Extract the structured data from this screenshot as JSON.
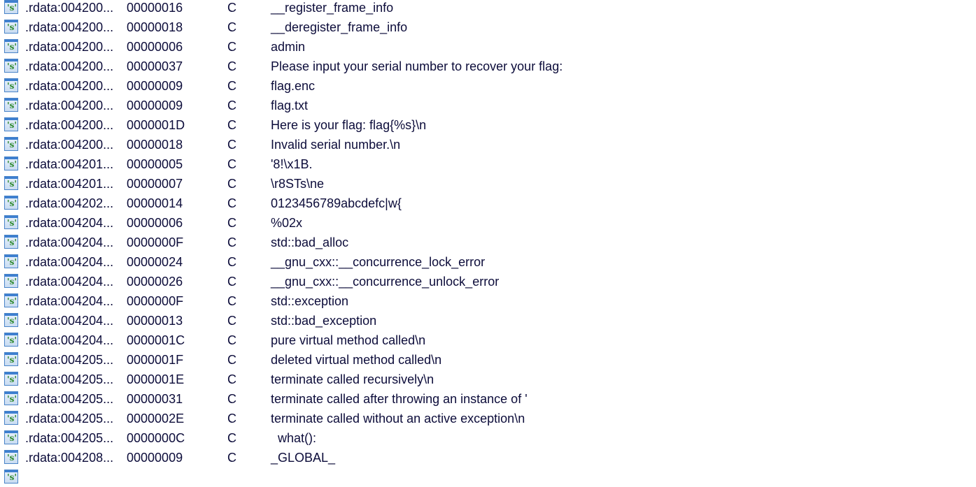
{
  "strings_window": {
    "icon": "string-literal-icon",
    "icon_glyph": "'s'",
    "rows": [
      {
        "address": ".rdata:004200...",
        "length": "00000016",
        "type": "C",
        "string": "__register_frame_info"
      },
      {
        "address": ".rdata:004200...",
        "length": "00000018",
        "type": "C",
        "string": "__deregister_frame_info"
      },
      {
        "address": ".rdata:004200...",
        "length": "00000006",
        "type": "C",
        "string": "admin"
      },
      {
        "address": ".rdata:004200...",
        "length": "00000037",
        "type": "C",
        "string": "Please input your serial number to recover your flag:"
      },
      {
        "address": ".rdata:004200...",
        "length": "00000009",
        "type": "C",
        "string": "flag.enc"
      },
      {
        "address": ".rdata:004200...",
        "length": "00000009",
        "type": "C",
        "string": "flag.txt"
      },
      {
        "address": ".rdata:004200...",
        "length": "0000001D",
        "type": "C",
        "string": "Here is your flag: flag{%s}\\n"
      },
      {
        "address": ".rdata:004200...",
        "length": "00000018",
        "type": "C",
        "string": "Invalid serial number.\\n"
      },
      {
        "address": ".rdata:004201...",
        "length": "00000005",
        "type": "C",
        "string": "'8!\\x1B."
      },
      {
        "address": ".rdata:004201...",
        "length": "00000007",
        "type": "C",
        "string": "\\r8STs\\ne"
      },
      {
        "address": ".rdata:004202...",
        "length": "00000014",
        "type": "C",
        "string": "0123456789abcdefc|w{"
      },
      {
        "address": ".rdata:004204...",
        "length": "00000006",
        "type": "C",
        "string": "%02x"
      },
      {
        "address": ".rdata:004204...",
        "length": "0000000F",
        "type": "C",
        "string": "std::bad_alloc"
      },
      {
        "address": ".rdata:004204...",
        "length": "00000024",
        "type": "C",
        "string": "__gnu_cxx::__concurrence_lock_error"
      },
      {
        "address": ".rdata:004204...",
        "length": "00000026",
        "type": "C",
        "string": "__gnu_cxx::__concurrence_unlock_error"
      },
      {
        "address": ".rdata:004204...",
        "length": "0000000F",
        "type": "C",
        "string": "std::exception"
      },
      {
        "address": ".rdata:004204...",
        "length": "00000013",
        "type": "C",
        "string": "std::bad_exception"
      },
      {
        "address": ".rdata:004204...",
        "length": "0000001C",
        "type": "C",
        "string": "pure virtual method called\\n"
      },
      {
        "address": ".rdata:004205...",
        "length": "0000001F",
        "type": "C",
        "string": "deleted virtual method called\\n"
      },
      {
        "address": ".rdata:004205...",
        "length": "0000001E",
        "type": "C",
        "string": "terminate called recursively\\n"
      },
      {
        "address": ".rdata:004205...",
        "length": "00000031",
        "type": "C",
        "string": "terminate called after throwing an instance of '"
      },
      {
        "address": ".rdata:004205...",
        "length": "0000002E",
        "type": "C",
        "string": "terminate called without an active exception\\n"
      },
      {
        "address": ".rdata:004205...",
        "length": "0000000C",
        "type": "C",
        "string": "  what():  "
      },
      {
        "address": ".rdata:004208...",
        "length": "00000009",
        "type": "C",
        "string": "_GLOBAL_"
      },
      {
        "address": "",
        "length": "",
        "type": "",
        "string": ""
      }
    ]
  }
}
